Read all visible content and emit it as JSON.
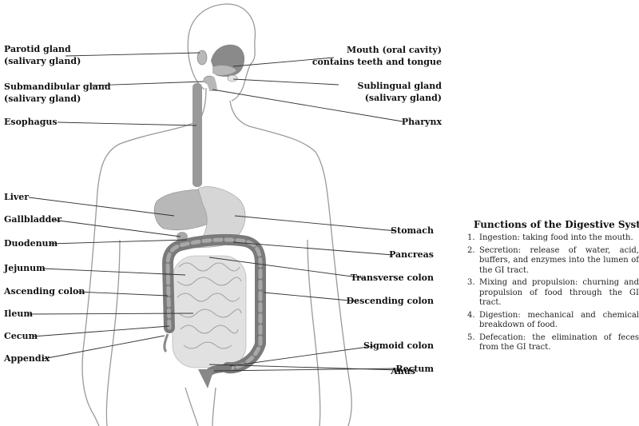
{
  "labels_left": [
    {
      "id": "parotid",
      "lines": [
        "Parotid gland",
        "(salivary gland)"
      ]
    },
    {
      "id": "submandibular",
      "lines": [
        "Submandibular gland",
        "(salivary gland)"
      ]
    },
    {
      "id": "esophagus",
      "lines": [
        "Esophagus"
      ]
    },
    {
      "id": "liver",
      "lines": [
        "Liver"
      ]
    },
    {
      "id": "gallbladder",
      "lines": [
        "Gallbladder"
      ]
    },
    {
      "id": "duodenum",
      "lines": [
        "Duodenum"
      ]
    },
    {
      "id": "jejunum",
      "lines": [
        "Jejunum"
      ]
    },
    {
      "id": "ascending",
      "lines": [
        "Ascending colon"
      ]
    },
    {
      "id": "ileum",
      "lines": [
        "Ileum"
      ]
    },
    {
      "id": "cecum",
      "lines": [
        "Cecum"
      ]
    },
    {
      "id": "appendix",
      "lines": [
        "Appendix"
      ]
    }
  ],
  "labels_right": [
    {
      "id": "mouth",
      "lines": [
        "Mouth (oral cavity)",
        "contains teeth and tongue"
      ]
    },
    {
      "id": "sublingual",
      "lines": [
        "Sublingual gland",
        "(salivary gland)"
      ]
    },
    {
      "id": "pharynx",
      "lines": [
        "Pharynx"
      ]
    },
    {
      "id": "stomach",
      "lines": [
        "Stomach"
      ]
    },
    {
      "id": "pancreas",
      "lines": [
        "Pancreas"
      ]
    },
    {
      "id": "transverse",
      "lines": [
        "Transverse colon"
      ]
    },
    {
      "id": "descending",
      "lines": [
        "Descending colon"
      ]
    },
    {
      "id": "sigmoid",
      "lines": [
        "Sigmoid colon"
      ]
    },
    {
      "id": "rectum",
      "lines": [
        "Rectum"
      ]
    },
    {
      "id": "anus",
      "lines": [
        "Anus"
      ]
    }
  ],
  "functions": {
    "title": "Functions of the Digestive System",
    "items": [
      {
        "num": "1.",
        "text": "Ingestion: taking food into the mouth."
      },
      {
        "num": "2.",
        "text": "Secretion: release of water, acid, buffers, and enzymes into the lumen of the GI tract."
      },
      {
        "num": "3.",
        "text": "Mixing and propulsion: churning and propulsion of food through the GI tract."
      },
      {
        "num": "4.",
        "text": "Digestion: mechanical and chemical breakdown of food."
      },
      {
        "num": "5.",
        "text": "Defecation: the elimination of feces from the GI tract."
      }
    ]
  },
  "colors": {
    "outline": "#9a9a9a",
    "organ_dark": "#8a8a8a",
    "organ_mid": "#b8b8b8",
    "organ_light": "#d6d6d6",
    "leader": "#333333"
  }
}
